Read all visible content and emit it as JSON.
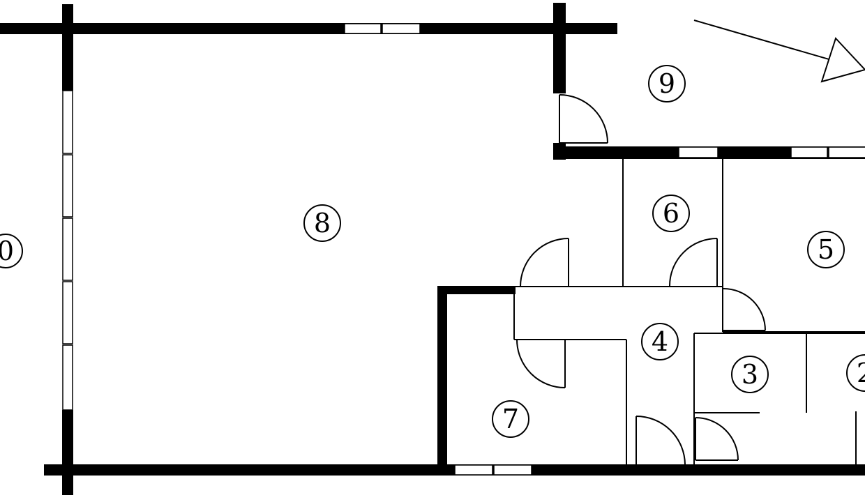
{
  "rooms": [
    {
      "label": "0"
    },
    {
      "label": "8"
    },
    {
      "label": "9"
    },
    {
      "label": "6"
    },
    {
      "label": "5"
    },
    {
      "label": "4"
    },
    {
      "label": "3"
    },
    {
      "label": "2"
    },
    {
      "label": "7"
    }
  ],
  "colors": {
    "wall": "#000000",
    "background": "#ffffff"
  }
}
